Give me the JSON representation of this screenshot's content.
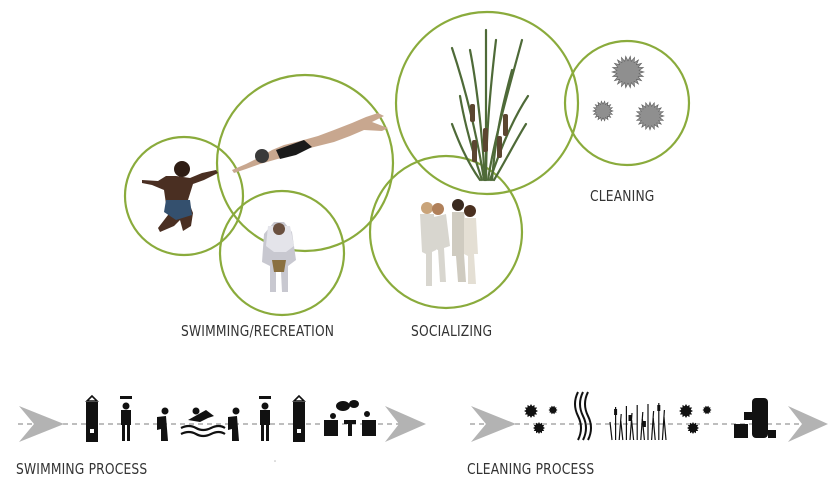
{
  "labels": {
    "cleaning": "CLEANING",
    "swimming_recreation": "SWIMMING/RECREATION",
    "socializing": "SOCIALIZING",
    "swimming_process": "SWIMMING PROCESS",
    "cleaning_process": "CLEANING PROCESS"
  },
  "colors": {
    "circle": "#8aab3c",
    "arrow": "#b3b3b3",
    "dashed_line": "#a8a8a8",
    "icon": "#111111"
  },
  "icons": {
    "swimming_process": [
      "arrow-start-icon",
      "hanger-locker-icon",
      "shower-icon",
      "person-icon",
      "swimmer-icon",
      "person-icon",
      "shower-icon",
      "hanger-locker-icon",
      "lounge-icon",
      "arrow-end-icon"
    ],
    "cleaning_process": [
      "arrow-start-icon",
      "microbe-icon",
      "wave-filter-icon",
      "reeds-icon",
      "microbe-icon",
      "pump-icon",
      "arrow-end-icon"
    ]
  }
}
